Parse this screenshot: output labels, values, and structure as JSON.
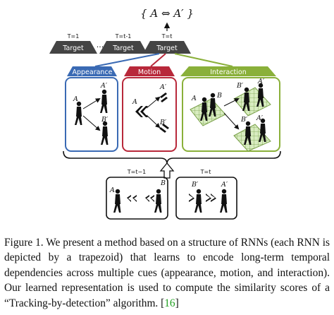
{
  "top_formula": "{ A ⇔ A′ }",
  "targets": [
    {
      "time": "T=1",
      "label": "Target"
    },
    {
      "time": "T=t-1",
      "label": "Target"
    },
    {
      "time": "T=t",
      "label": "Target"
    }
  ],
  "ellipsis": "···",
  "cues": [
    {
      "label": "Appearance",
      "color": "#3a6ab4"
    },
    {
      "label": "Motion",
      "color": "#b8283a"
    },
    {
      "label": "Interaction",
      "color": "#8ab03a"
    }
  ],
  "appearance_labels": {
    "a": "A",
    "a_prime": "A′",
    "b_prime": "B′"
  },
  "motion_labels": {
    "a": "A",
    "a_prime": "A′",
    "b_prime": "B′"
  },
  "interaction_labels": {
    "a": "A",
    "b": "B",
    "b_prime_1": "B′",
    "a_prime_1": "A′",
    "b_prime_2": "B′",
    "a_prime_2": "A′"
  },
  "frames": [
    {
      "time": "T=t−1",
      "left_label": "A",
      "right_label": "B"
    },
    {
      "time": "T=t",
      "left_label": "B′",
      "right_label": "A′"
    }
  ],
  "caption": {
    "text": "Figure 1. We present a method based on a structure of RNNs (each RNN is depicted by a trapezoid) that learns to encode long-term temporal dependencies across multiple cues (appearance, motion, and interaction). Our learned representation is used to compute the similarity scores of a “Tracking-by-detection” algorithm. [",
    "ref": "16",
    "end": "]"
  }
}
